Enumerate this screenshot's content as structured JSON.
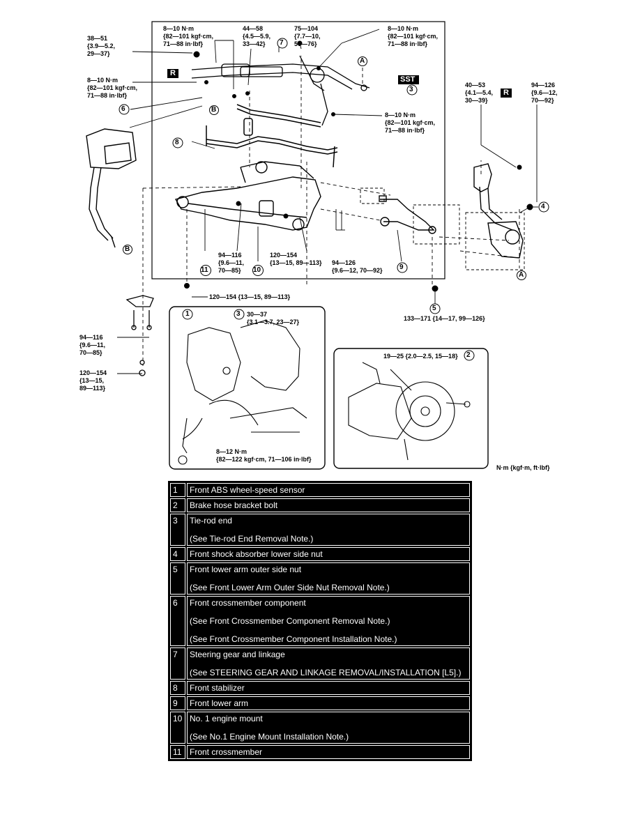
{
  "torques": {
    "t1": [
      "8—10 N·m",
      "{82—101 kgf·cm,",
      "71—88 in·lbf}"
    ],
    "t2": [
      "44—58",
      "{4.5—5.9,",
      "33—42}"
    ],
    "t3": [
      "75—104",
      "{7.7—10,",
      "56—76}"
    ],
    "t4": [
      "8—10 N·m",
      "{82—101 kgf·cm,",
      "71—88 in·lbf}"
    ],
    "t5": [
      "38—51",
      "{3.9—5.2,",
      "29—37}"
    ],
    "t6": [
      "8—10 N·m",
      "{82—101 kgf·cm,",
      "71—88 in·lbf}"
    ],
    "t7": [
      "8—10 N·m",
      "{82—101 kgf·cm,",
      "71—88 in·lbf}"
    ],
    "t8": [
      "40—53",
      "{4.1—5.4,",
      "30—39}"
    ],
    "t9": [
      "94—126",
      "{9.6—12,",
      "70—92}"
    ],
    "t10": [
      "94—116",
      "{9.6—11,",
      "70—85}"
    ],
    "t11": [
      "120—154",
      "{13—15, 89—113}"
    ],
    "t12": [
      "94—126",
      "{9.6—12, 70—92}"
    ],
    "t13": [
      "120—154 {13—15, 89—113}"
    ],
    "t14": [
      "133—171 {14—17, 99—126}"
    ],
    "t15": [
      "94—116",
      "{9.6—11,",
      "70—85}"
    ],
    "t16": [
      "120—154",
      "{13—15,",
      "89—113}"
    ],
    "t17": [
      "30—37",
      "{3.1—3.7, 23—27}"
    ],
    "t18": [
      "8—12 N·m",
      "{82—122 kgf·cm, 71—106 in·lbf}"
    ],
    "t19": [
      "19—25 {2.0—2.5, 15—18}"
    ]
  },
  "callouts": {
    "n1": "1",
    "n2": "2",
    "n3": "3",
    "n4": "4",
    "n5": "5",
    "n6": "6",
    "n7": "7",
    "n8": "8",
    "n9": "9",
    "n10": "10",
    "n11": "11",
    "a": "A",
    "b": "B",
    "r": "R",
    "sst": "SST"
  },
  "unit_note": "N·m {kgf·m, ft·lbf}",
  "parts": [
    {
      "num": "1",
      "lines": [
        "Front ABS wheel-speed sensor"
      ]
    },
    {
      "num": "2",
      "lines": [
        "Brake hose bracket bolt"
      ]
    },
    {
      "num": "3",
      "lines": [
        "Tie-rod end",
        "(See Tie-rod End Removal Note.)"
      ]
    },
    {
      "num": "4",
      "lines": [
        "Front shock absorber lower side nut"
      ]
    },
    {
      "num": "5",
      "lines": [
        "Front lower arm outer side nut",
        "(See Front Lower Arm Outer Side Nut Removal Note.)"
      ]
    },
    {
      "num": "6",
      "lines": [
        "Front crossmember component",
        "(See Front Crossmember Component Removal Note.)",
        "(See Front Crossmember Component Installation Note.)"
      ]
    },
    {
      "num": "7",
      "lines": [
        "Steering gear and linkage",
        "(See STEERING GEAR AND LINKAGE REMOVAL/INSTALLATION [L5].)"
      ]
    },
    {
      "num": "8",
      "lines": [
        "Front stabilizer"
      ]
    },
    {
      "num": "9",
      "lines": [
        "Front lower arm"
      ]
    },
    {
      "num": "10",
      "lines": [
        "No. 1 engine mount",
        "(See No.1 Engine Mount Installation Note.)"
      ]
    },
    {
      "num": "11",
      "lines": [
        "Front crossmember"
      ]
    }
  ]
}
